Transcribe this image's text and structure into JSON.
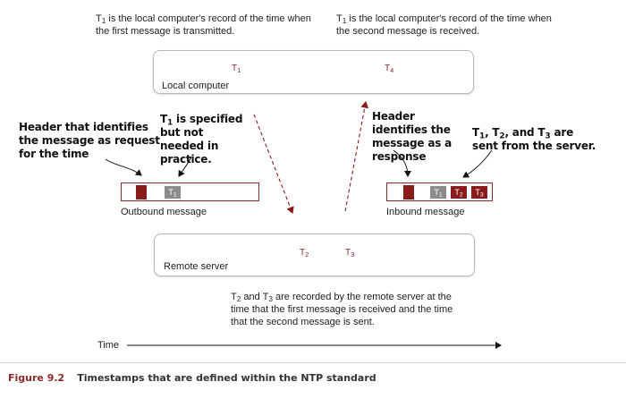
{
  "notes": {
    "t1_top": {
      "sym": "T",
      "sub": "1",
      "text": " is the local computer's record of the time when the first message is transmitted."
    },
    "t4_top": {
      "sym": "T",
      "sub": "1",
      "text": " is the local computer's record of the time when the second message is received."
    },
    "bottom": {
      "a": "T",
      "a_sub": "2",
      "mid": " and ",
      "b": "T",
      "b_sub": "3",
      "text": " are recorded by the remote server at the time that the first message is received and the time that the second message is sent."
    }
  },
  "local_box": {
    "label": "Local computer",
    "t1": "T",
    "t1_sub": "1",
    "t4": "T",
    "t4_sub": "4"
  },
  "remote_box": {
    "label": "Remote server",
    "t2": "T",
    "t2_sub": "2",
    "t3": "T",
    "t3_sub": "3"
  },
  "callouts": {
    "request_header": "Header that identifies the message as request for the time",
    "t1_specified": {
      "sym": "T",
      "sub": "1",
      "text": " is specified but not needed in practice."
    },
    "response_header": "Header identifies the message as a response",
    "server_times": {
      "a": "T",
      "a_sub": "1",
      "b": "T",
      "b_sub": "2",
      "c": "T",
      "c_sub": "3",
      "text": " are sent from the server."
    }
  },
  "outbound": {
    "label": "Outbound message",
    "cell_t1": "T",
    "cell_t1_sub": "1"
  },
  "inbound": {
    "label": "Inbound message",
    "cell_t1": "T",
    "cell_t1_sub": "1",
    "cell_t2": "T",
    "cell_t2_sub": "2",
    "cell_t3": "T",
    "cell_t3_sub": "3"
  },
  "time_axis": {
    "label": "Time"
  },
  "caption": {
    "number": "Figure 9.2",
    "text": "Timestamps that are defined within the NTP standard"
  },
  "colors": {
    "accent": "#8a1b1b",
    "grey_cell": "#8c8c8c",
    "border": "#b8b8b8"
  }
}
